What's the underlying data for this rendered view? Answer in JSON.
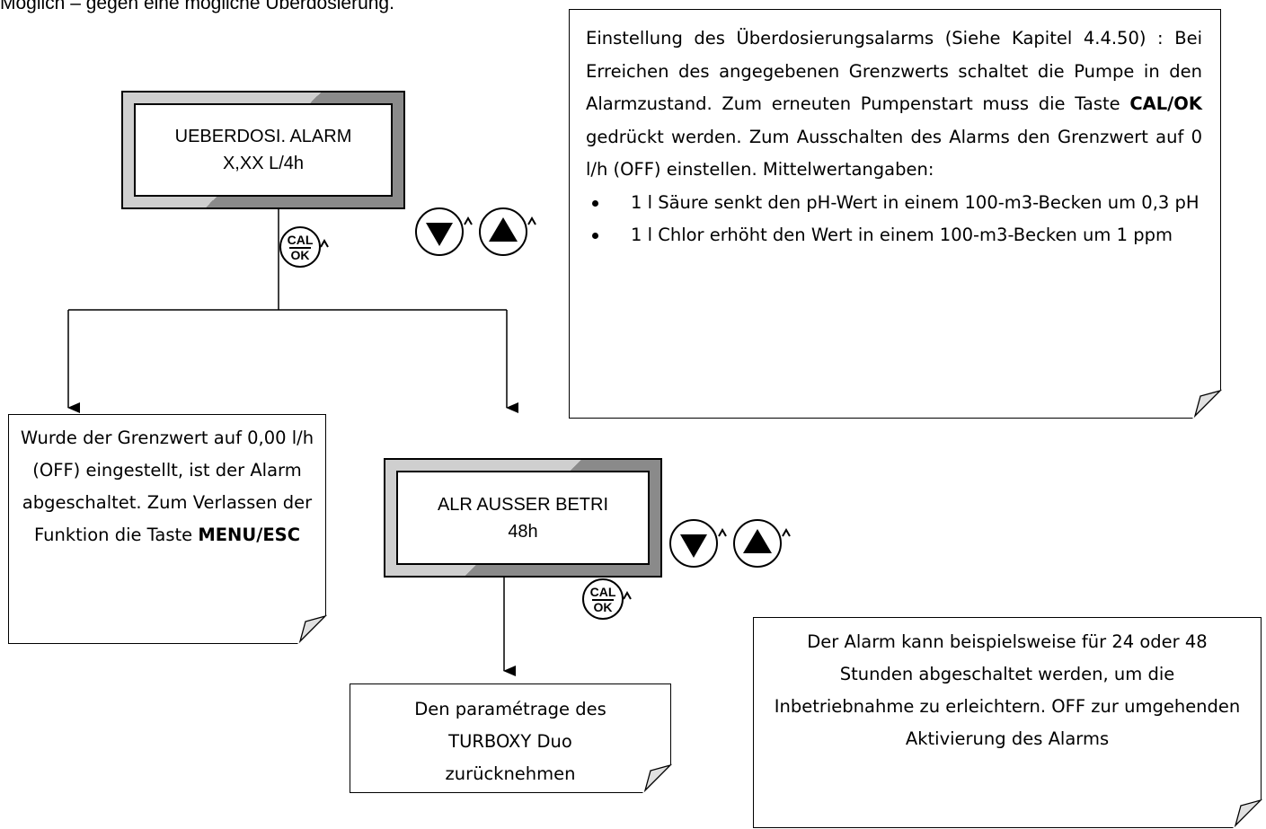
{
  "top_fragment": "Möglich – gegen eine mögliche Überdosierung.",
  "display_1": {
    "line1": "UEBERDOSI. ALARM",
    "line2": "X,XX L/4h"
  },
  "display_2": {
    "line1": "ALR AUSSER BETRI",
    "line2": "48h"
  },
  "keys": {
    "cal_top": "CAL",
    "cal_bottom": "OK",
    "down_icon": "down-triangle-key",
    "up_icon": "up-triangle-key"
  },
  "note_main": {
    "p_before_bold": "Einstellung des Überdosierungsalarms (Siehe Kapitel 4.4.50) : Bei Erreichen des angegebenen Grenzwerts schaltet die Pumpe in den Alarmzustand. Zum erneuten Pumpenstart muss die Taste ",
    "p_bold": "CAL/OK",
    "p_after_bold": " gedrückt werden. Zum Ausschalten des Alarms den Grenzwert auf 0 l/h (OFF) einstellen. Mittelwertangaben:",
    "bullets": [
      "1 l Säure senkt den pH-Wert in einem 100-m3-Becken um 0,3 pH",
      "1 l Chlor erhöht den Wert in einem 100-m3-Becken um 1 ppm"
    ]
  },
  "note_left": {
    "text": "Wurde der Grenzwert auf 0,00 l/h (OFF) eingestellt, ist der Alarm abgeschaltet. Zum Verlassen der Funktion die Taste ",
    "bold": "MENU/ESC"
  },
  "note_bottom": {
    "text": "Den paramétrage des TURBOXY Duo zurücknehmen"
  },
  "note_right": {
    "text": "Der Alarm kann beispielsweise für 24 oder 48 Stunden abgeschaltet werden, um die Inbetriebnahme zu erleichtern. OFF zur umgehenden Aktivierung des Alarms"
  }
}
